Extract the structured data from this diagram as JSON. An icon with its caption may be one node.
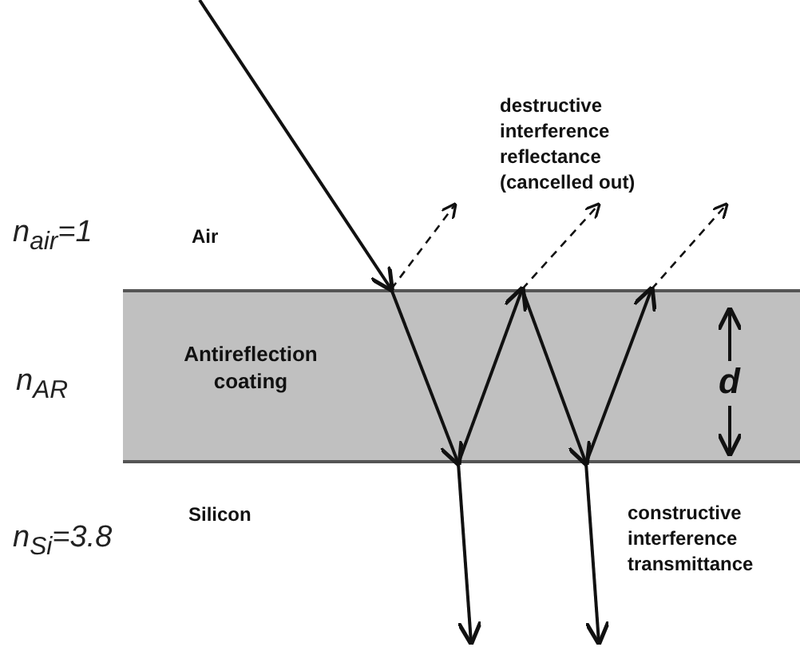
{
  "diagram": {
    "nodes": [
      {
        "text": [
          "Antireflection coating"
        ]
      }
    ],
    "labels": [
      "destructive interference reflectance (cancelled out)",
      "n$_{air}$=1",
      "Air",
      "n$_{AR}$",
      "d",
      "constructive interference transmittance",
      "Silicon",
      "n$_{Si}$=3.8"
    ]
  }
}
